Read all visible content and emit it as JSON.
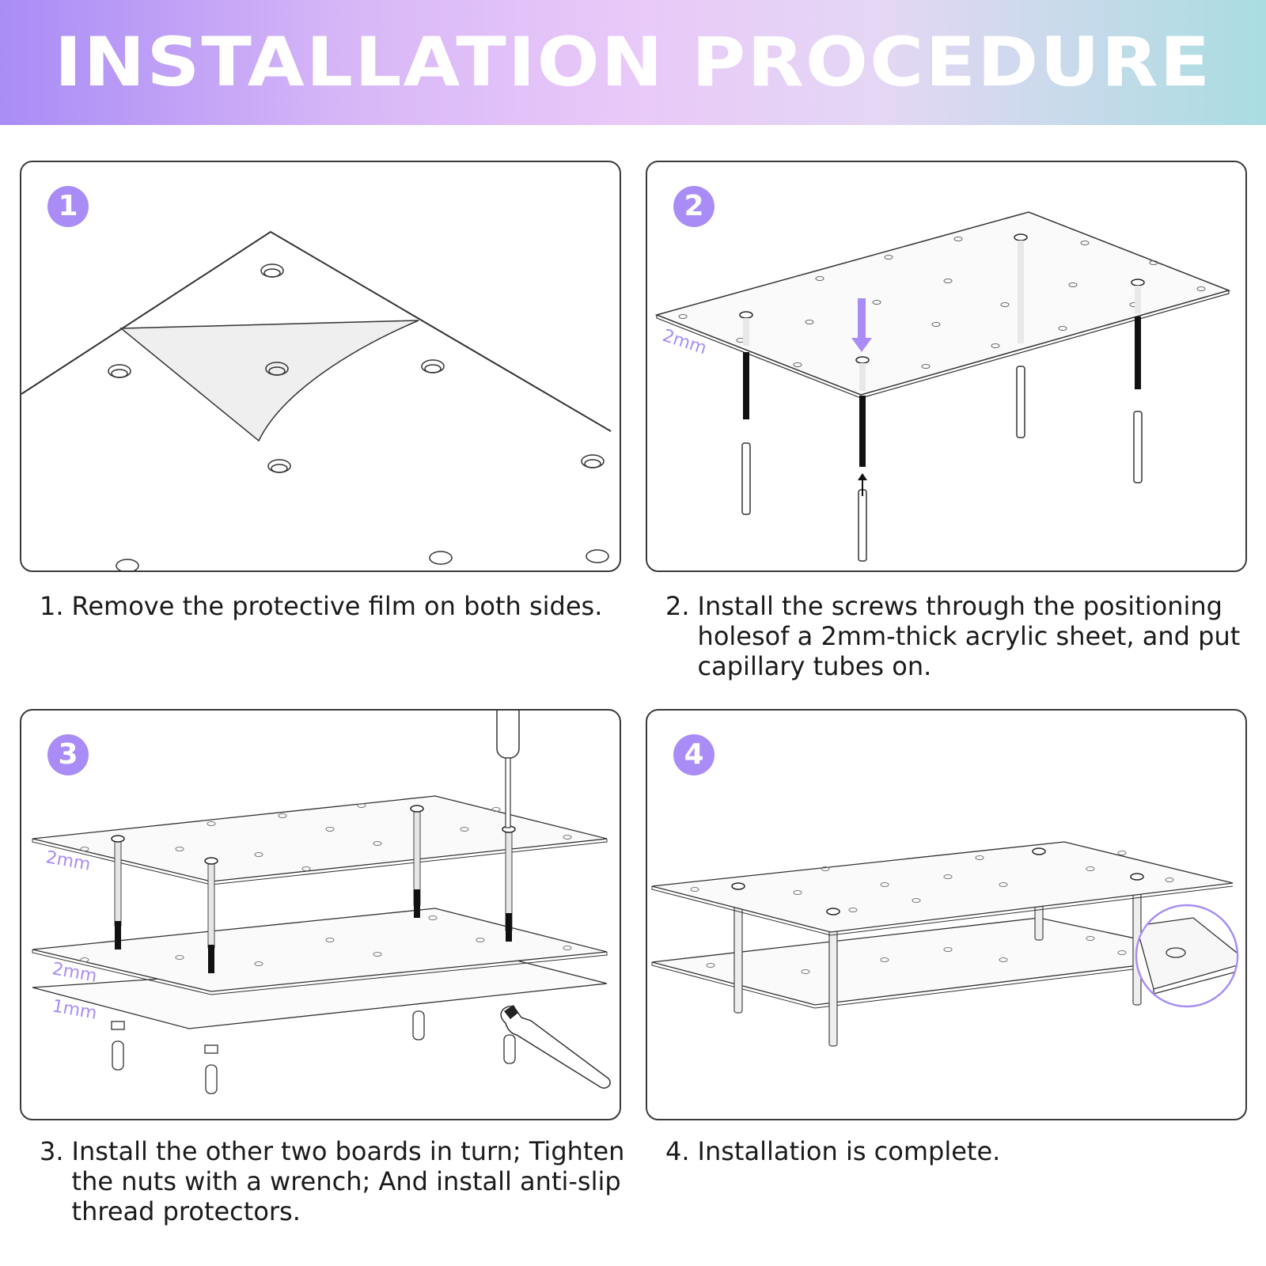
{
  "header": {
    "title": "INSTALLATION PROCEDURE"
  },
  "colors": {
    "accent": "#a98cf6",
    "outline": "#3a3a3a"
  },
  "steps": [
    {
      "badge": "1",
      "number": "1.",
      "text": "Remove the protective film on both sides.",
      "labels": []
    },
    {
      "badge": "2",
      "number": "2.",
      "text": "Install the screws through the positioning holesof a 2mm-thick acrylic sheet, and put capillary tubes on.",
      "labels": [
        "2mm"
      ]
    },
    {
      "badge": "3",
      "number": "3.",
      "text": "Install the other two boards in turn; Tighten the nuts with a wrench; And install anti-slip thread protectors.",
      "labels": [
        "2mm",
        "2mm",
        "1mm"
      ]
    },
    {
      "badge": "4",
      "number": "4.",
      "text": "Installation is complete.",
      "labels": []
    }
  ]
}
